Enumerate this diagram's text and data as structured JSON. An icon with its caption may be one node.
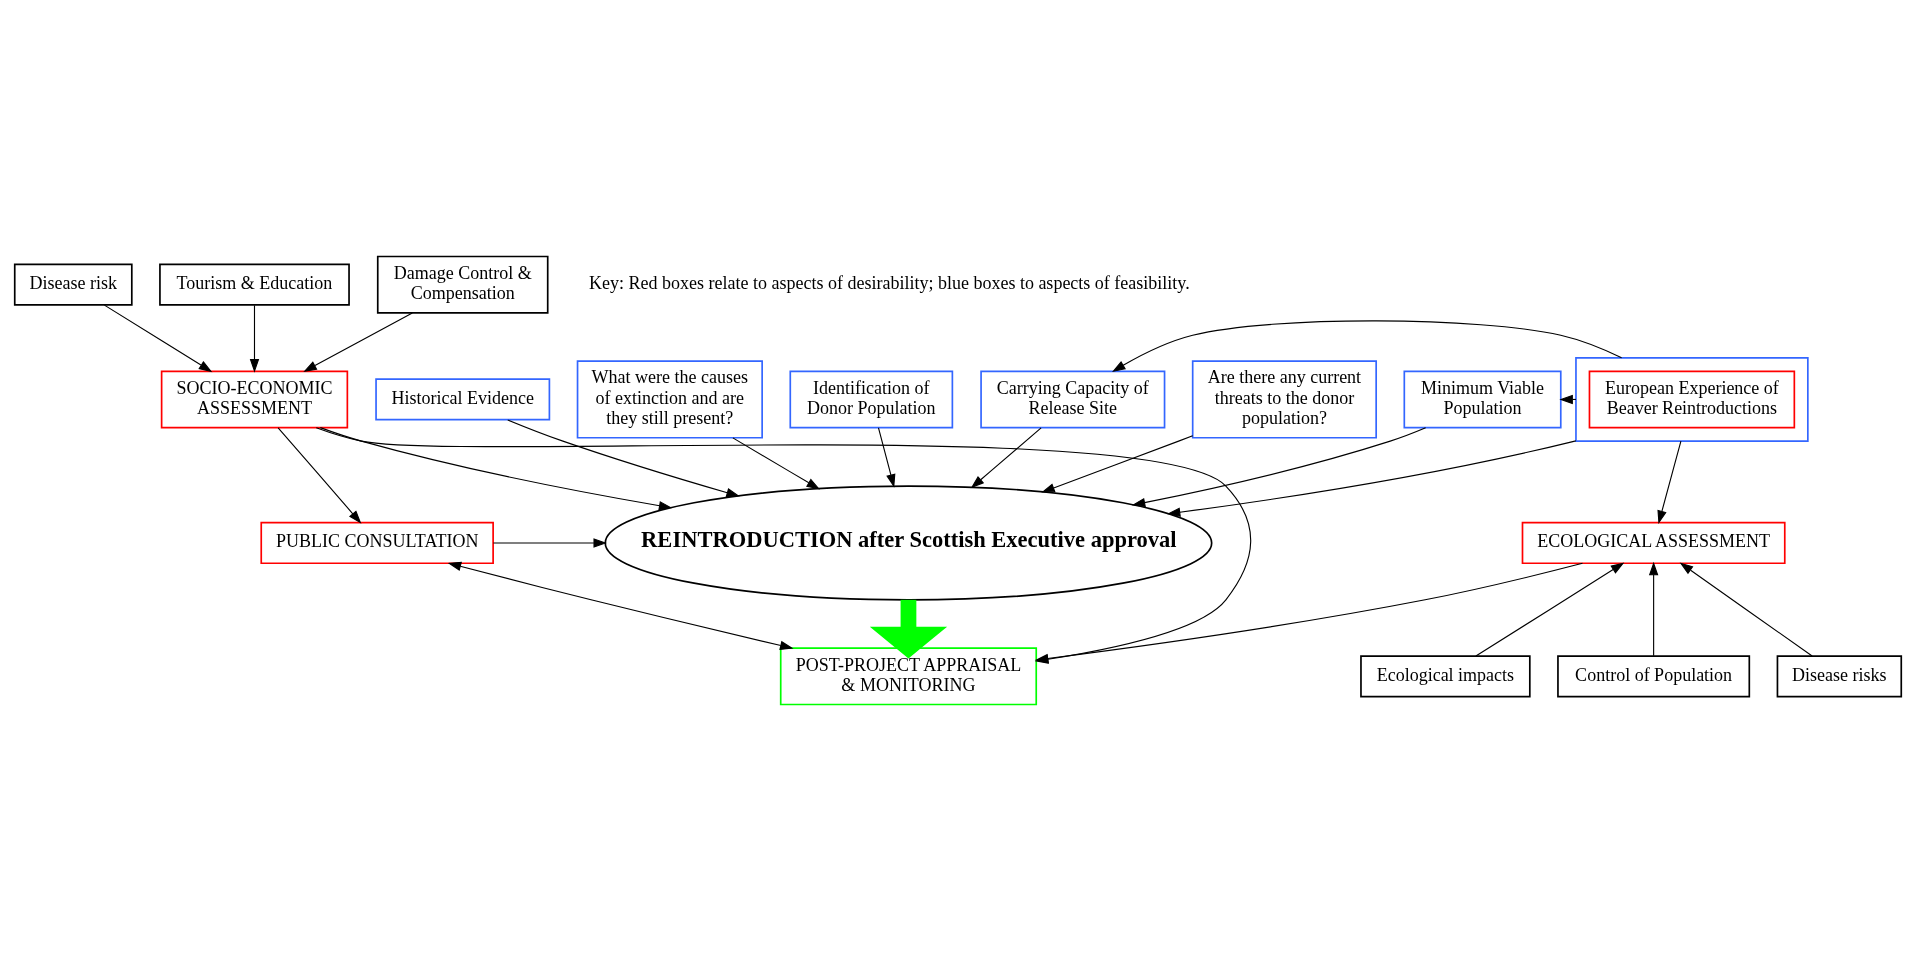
{
  "diagram": {
    "nodes": [
      {
        "text": [
          "Historical Evidence"
        ]
      },
      {
        "text": [
          "What were the causes of extinction and are they still present?"
        ]
      },
      {
        "text": [
          "Identification of Donor Population"
        ]
      },
      {
        "text": [
          "Carrying Capacity of Release Site"
        ]
      },
      {
        "text": [
          "Are there any current threats to the donor population?"
        ]
      },
      {
        "text": [
          "Minimum Viable Population"
        ]
      },
      {
        "text": [
          "REINTRODUCTION after Scottish Executive approval"
        ]
      },
      {
        "text": [
          "SOCIO-ECONOMIC ASSESSMENT"
        ]
      },
      {
        "text": [],
        "shape": "box"
      },
      {
        "text": [
          "European Experience of Beaver Reintroductions"
        ],
        "in": 8
      },
      {
        "text": [
          "Disease risk"
        ]
      },
      {
        "text": [
          "Tourism & Education"
        ]
      },
      {
        "text": [
          "PUBLIC CONSULTATION"
        ]
      },
      {
        "text": [
          "ECOLOGICAL ASSESSMENT"
        ]
      },
      {
        "text": [
          "Damage Control & Compensation"
        ]
      },
      {
        "text": [
          "Ecological impacts"
        ]
      },
      {
        "text": [
          "Control of Population"
        ]
      },
      {
        "text": [
          "Disease risks"
        ]
      },
      {
        "text": [
          "POST-PROJECT APPRAISAL & MONITORING"
        ]
      }
    ],
    "edges": [
      {
        "from": 0,
        "to": 6,
        "arrow": "to"
      },
      {
        "from": 1,
        "to": 6,
        "arrow": "to"
      },
      {
        "from": 2,
        "to": 6,
        "arrow": "to"
      },
      {
        "from": 3,
        "to": 6,
        "arrow": "to"
      },
      {
        "from": 4,
        "to": 6,
        "arrow": "to"
      },
      {
        "from": 5,
        "to": 6,
        "arrow": "to"
      },
      {
        "from": 8,
        "to": 6,
        "arrow": "to"
      },
      {
        "from": 8,
        "to": 3,
        "arrow": "to"
      },
      {
        "from": 8,
        "to": 5,
        "arrow": "to"
      },
      {
        "from": 8,
        "to": 13,
        "arrow": "to"
      },
      {
        "from": 7,
        "to": 6,
        "arrow": "to"
      },
      {
        "from": 7,
        "to": 12,
        "arrow": "to"
      },
      {
        "from": 7,
        "to": 18,
        "arrow": "to"
      },
      {
        "from": 10,
        "to": 7,
        "arrow": "to"
      },
      {
        "from": 14,
        "to": 7,
        "arrow": "to"
      },
      {
        "from": 11,
        "to": 7,
        "arrow": "to"
      },
      {
        "from": 12,
        "to": 6,
        "arrow": "to"
      },
      {
        "from": 12,
        "to": 18,
        "arrow": "both"
      },
      {
        "from": 13,
        "to": 18,
        "arrow": "to"
      },
      {
        "from": 15,
        "to": 13,
        "arrow": "to"
      },
      {
        "from": 16,
        "to": 13,
        "arrow": "to"
      },
      {
        "from": 17,
        "to": 13,
        "arrow": "to"
      },
      {
        "from": 6,
        "to": 18,
        "arrow": "to",
        "style": "thick",
        "color": "#00ff00"
      }
    ],
    "labels": [
      "Key: Red boxes relate to aspects of desirability; blue boxes to aspects of feasibility."
    ]
  }
}
